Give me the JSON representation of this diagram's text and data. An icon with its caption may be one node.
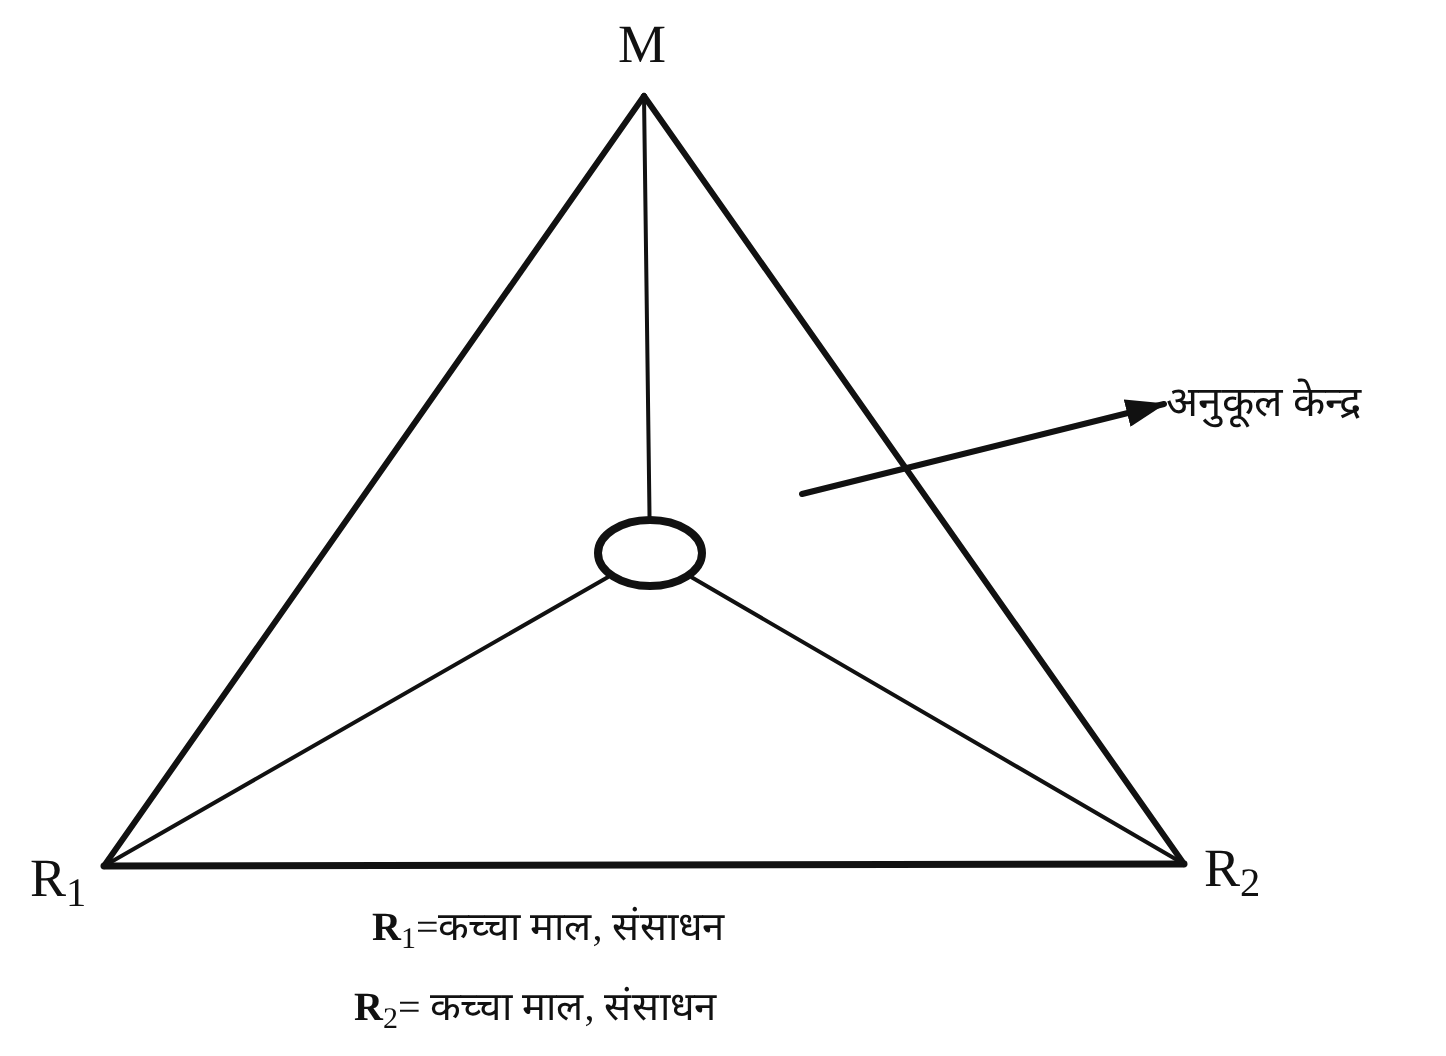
{
  "diagram": {
    "nodes": [
      {
        "text": [
          "M"
        ]
      },
      {
        "text": [
          "R$_{1}$"
        ]
      },
      {
        "text": [
          "R$_{2}$"
        ]
      },
      {
        "text": [],
        "shape": "ellipse"
      },
      {
        "text": [
          "अनुकूल केन्द्र"
        ]
      }
    ],
    "edges": [
      {
        "from": 0,
        "to": 1,
        "arrow": "none"
      },
      {
        "from": 0,
        "to": 2,
        "arrow": "none"
      },
      {
        "from": 1,
        "to": 2,
        "arrow": "none"
      },
      {
        "from": 0,
        "to": 3,
        "arrow": "none"
      },
      {
        "from": 1,
        "to": 3,
        "arrow": "none"
      },
      {
        "from": 2,
        "to": 3,
        "arrow": "none"
      },
      {
        "from": null,
        "to": 4,
        "arrow": "to"
      }
    ],
    "labels": [
      "**R**$_{1}$=कच्चा माल, संसाधन",
      "**R**$_{2}$= कच्चा माल, संसाधन"
    ]
  }
}
